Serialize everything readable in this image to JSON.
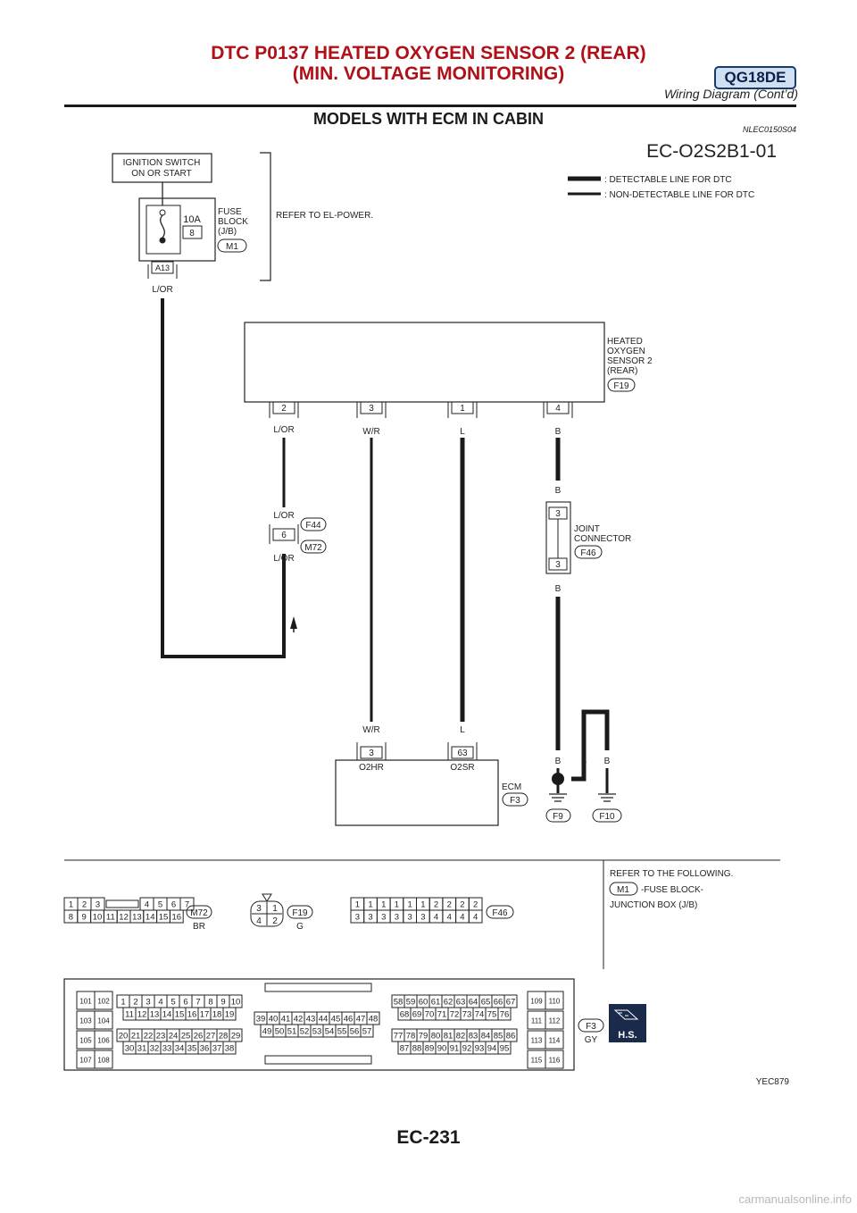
{
  "header": {
    "title_line1": "DTC P0137 HEATED OXYGEN SENSOR 2 (REAR)",
    "title_line2": "(MIN. VOLTAGE MONITORING)",
    "engine_badge": "QG18DE",
    "subtitle": "Wiring Diagram (Cont’d)"
  },
  "section": {
    "title": "MODELS WITH ECM IN CABIN",
    "ref_code": "NLEC0150S04",
    "diagram_id": "EC-O2S2B1-01"
  },
  "legend": {
    "detectable": ": DETECTABLE LINE FOR DTC",
    "non_detectable": ": NON-DETECTABLE LINE FOR DTC"
  },
  "ignition": {
    "line1": "IGNITION SWITCH",
    "line2": "ON OR START"
  },
  "fuse_block": {
    "amps": "10A",
    "number": "8",
    "label1": "FUSE",
    "label2": "BLOCK",
    "label3": "(J/B)",
    "connector": "M1",
    "terminal": "A13",
    "wire": "L/OR"
  },
  "refer_power": "REFER TO EL-POWER.",
  "sensor": {
    "label1": "HEATED",
    "label2": "OXYGEN",
    "label3": "SENSOR 2",
    "label4": "(REAR)",
    "connector": "F19",
    "pins": [
      {
        "num": "2",
        "wire": "L/OR"
      },
      {
        "num": "3",
        "wire": "W/R"
      },
      {
        "num": "1",
        "wire": "L"
      },
      {
        "num": "4",
        "wire": "B"
      }
    ]
  },
  "connector_f44": {
    "wire_top": "L/OR",
    "pin": "6",
    "wire_bottom": "L/OR",
    "conn_a": "F44",
    "conn_b": "M72"
  },
  "joint": {
    "wire_top": "B",
    "pin_top": "3",
    "pin_bottom": "3",
    "wire_bottom": "B",
    "label1": "JOINT",
    "label2": "CONNECTOR",
    "connector": "F46"
  },
  "ecm": {
    "wire_wr": "W/R",
    "wire_l": "L",
    "pin_a": "3",
    "pin_b": "63",
    "term_a": "O2HR",
    "term_b": "O2SR",
    "label": "ECM",
    "connector": "F3",
    "ground_wires": [
      "B",
      "B",
      "B"
    ],
    "ground_f9": "F9",
    "ground_f10": "F10"
  },
  "refer_following": {
    "line1": "REFER TO THE FOLLOWING.",
    "conn": "M1",
    "line2": "-FUSE BLOCK-",
    "line3": "JUNCTION BOX (J/B)"
  },
  "conn_views": {
    "m72": {
      "name": "M72",
      "color": "BR",
      "row1": [
        "1",
        "2",
        "3",
        "",
        "4",
        "5",
        "6",
        "7"
      ],
      "row2": [
        "8",
        "9",
        "10",
        "11",
        "12",
        "13",
        "14",
        "15",
        "16"
      ]
    },
    "f19": {
      "name": "F19",
      "color": "G",
      "pins": [
        "3",
        "1",
        "4",
        "2"
      ]
    },
    "f46": {
      "name": "F46",
      "row1": [
        "1",
        "1",
        "1",
        "1",
        "1",
        "1",
        "2",
        "2",
        "2",
        "2"
      ],
      "row2": [
        "3",
        "3",
        "3",
        "3",
        "3",
        "3",
        "4",
        "4",
        "4",
        "4"
      ]
    },
    "f3": {
      "name": "F3",
      "color": "GY",
      "col_left": [
        [
          "101",
          "102"
        ],
        [
          "103",
          "104"
        ],
        [
          "105",
          "106"
        ],
        [
          "107",
          "108"
        ]
      ],
      "g1r1": [
        "1",
        "2",
        "3",
        "4",
        "5",
        "6",
        "7",
        "8",
        "9",
        "10"
      ],
      "g1r2": [
        "11",
        "12",
        "13",
        "14",
        "15",
        "16",
        "17",
        "18",
        "19"
      ],
      "g1r3": [
        "20",
        "21",
        "22",
        "23",
        "24",
        "25",
        "26",
        "27",
        "28",
        "29"
      ],
      "g1r4": [
        "30",
        "31",
        "32",
        "33",
        "34",
        "35",
        "36",
        "37",
        "38"
      ],
      "g2r1": [
        "39",
        "40",
        "41",
        "42",
        "43",
        "44",
        "45",
        "46",
        "47",
        "48"
      ],
      "g2r2": [
        "49",
        "50",
        "51",
        "52",
        "53",
        "54",
        "55",
        "56",
        "57"
      ],
      "g3r1": [
        "58",
        "59",
        "60",
        "61",
        "62",
        "63",
        "64",
        "65",
        "66",
        "67"
      ],
      "g3r2": [
        "68",
        "69",
        "70",
        "71",
        "72",
        "73",
        "74",
        "75",
        "76"
      ],
      "g3r3": [
        "77",
        "78",
        "79",
        "80",
        "81",
        "82",
        "83",
        "84",
        "85",
        "86"
      ],
      "g3r4": [
        "87",
        "88",
        "89",
        "90",
        "91",
        "92",
        "93",
        "94",
        "95"
      ],
      "col_right": [
        [
          "109",
          "110"
        ],
        [
          "111",
          "112"
        ],
        [
          "113",
          "114"
        ],
        [
          "115",
          "116"
        ]
      ]
    }
  },
  "hs_badge": "H.S.",
  "figure_id": "YEC879",
  "page_number": "EC-231",
  "footer": "carmanualsonline.info"
}
